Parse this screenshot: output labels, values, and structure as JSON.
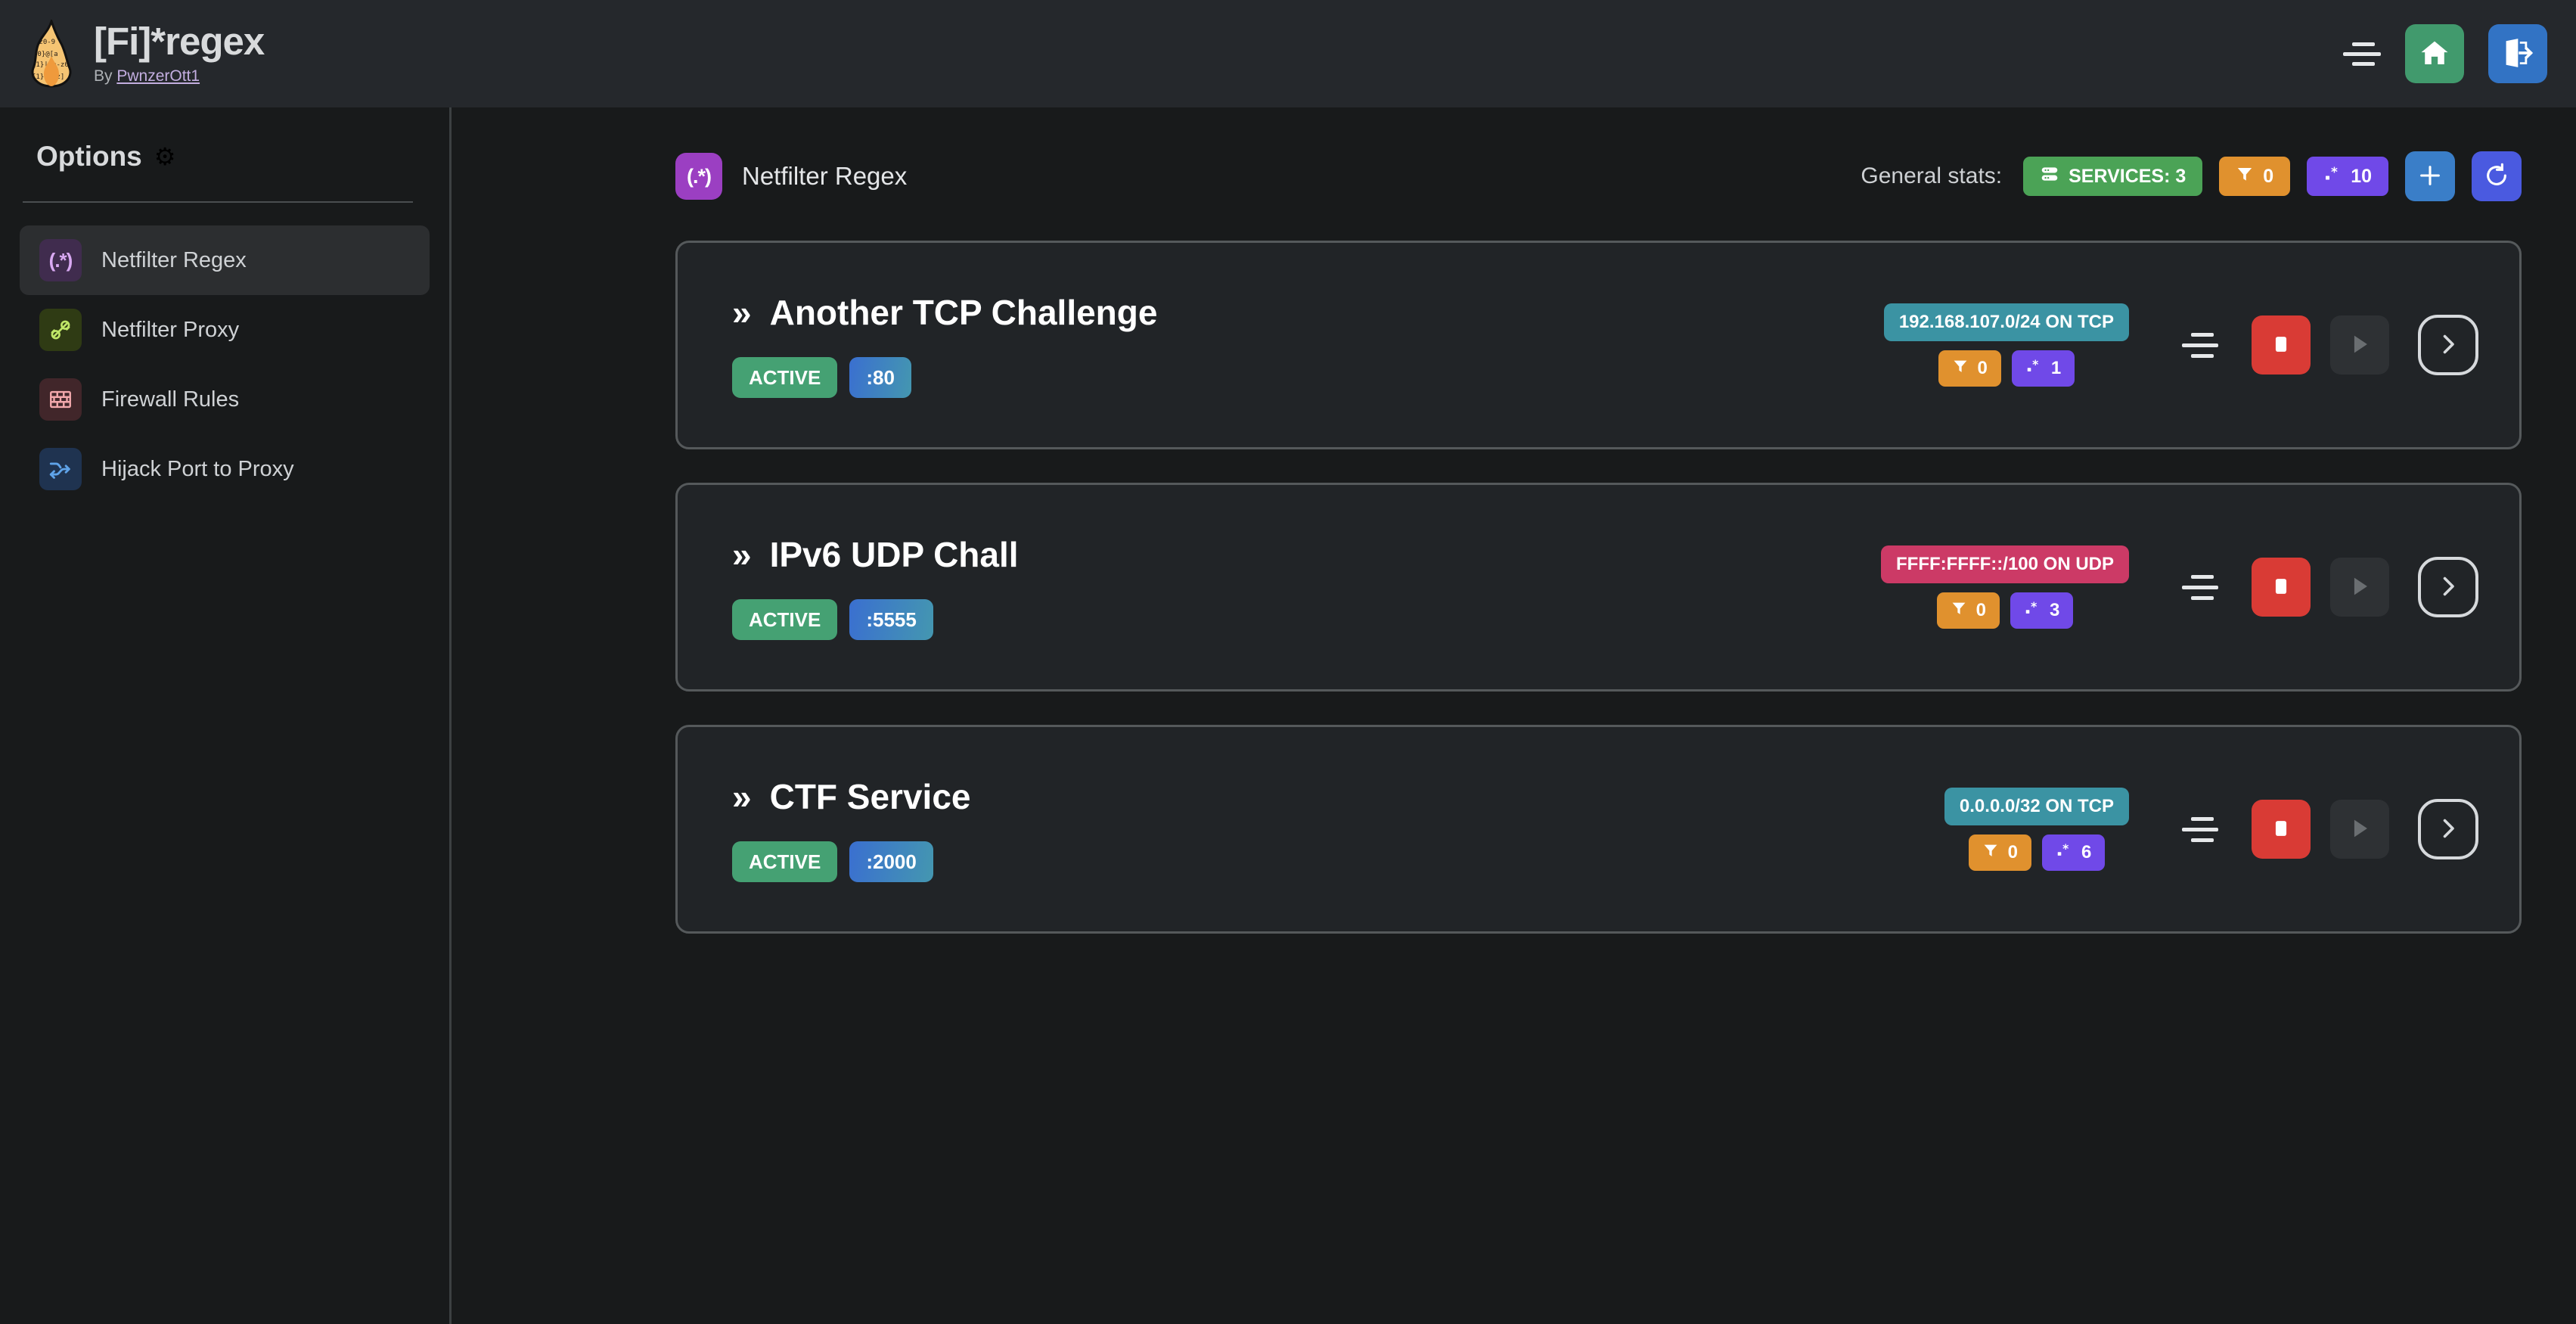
{
  "header": {
    "logo_icon": "flame-regex-logo",
    "title": "[Fi]*regex",
    "by_prefix": "By ",
    "author": "PwnzerOtt1",
    "menu_icon": "hamburger-menu-icon",
    "home_icon": "home-icon",
    "logout_icon": "logout-icon",
    "home_color": "#419a6d",
    "logout_color": "#3273c4"
  },
  "sidebar": {
    "title": "Options",
    "gear_icon": "gear-icon",
    "items": [
      {
        "label": "Netfilter Regex",
        "icon": "regex-icon",
        "glyph": "(.*)",
        "active": true
      },
      {
        "label": "Netfilter Proxy",
        "icon": "plug-icon",
        "glyph": "",
        "active": false
      },
      {
        "label": "Firewall Rules",
        "icon": "brickwall-icon",
        "glyph": "",
        "active": false
      },
      {
        "label": "Hijack Port to Proxy",
        "icon": "shuffle-icon",
        "glyph": "",
        "active": false
      }
    ]
  },
  "main": {
    "page_icon": "regex-icon",
    "page_icon_glyph": "(.*)",
    "page_title": "Netfilter Regex",
    "stats": {
      "label": "General stats:",
      "services_icon": "server-icon",
      "services_text": "SERVICES: 3",
      "services_color": "#4ba356",
      "filter_icon": "filter-icon",
      "filter_count": "0",
      "filter_color": "#e0912e",
      "regex_icon": "regex-star-icon",
      "regex_count": "10",
      "regex_color": "#7049e8",
      "add_icon": "plus-icon",
      "refresh_icon": "refresh-icon"
    },
    "cards": [
      {
        "chevron": "»",
        "title": "Another TCP Challenge",
        "status": "ACTIVE",
        "port": ":80",
        "network": "192.168.107.0/24 ON TCP",
        "network_color": "#3b93a3",
        "filter_count": "0",
        "regex_count": "1",
        "drag_icon": "drag-handle-icon",
        "stop_icon": "stop-icon",
        "play_icon": "play-icon",
        "details_icon": "chevron-right-icon"
      },
      {
        "chevron": "»",
        "title": "IPv6 UDP Chall",
        "status": "ACTIVE",
        "port": ":5555",
        "network": "FFFF:FFFF::/100 ON UDP",
        "network_color": "#cc3a66",
        "filter_count": "0",
        "regex_count": "3",
        "drag_icon": "drag-handle-icon",
        "stop_icon": "stop-icon",
        "play_icon": "play-icon",
        "details_icon": "chevron-right-icon"
      },
      {
        "chevron": "»",
        "title": "CTF Service",
        "status": "ACTIVE",
        "port": ":2000",
        "network": "0.0.0.0/32 ON TCP",
        "network_color": "#3b93a3",
        "filter_count": "0",
        "regex_count": "6",
        "drag_icon": "drag-handle-icon",
        "stop_icon": "stop-icon",
        "play_icon": "play-icon",
        "details_icon": "chevron-right-icon"
      }
    ]
  }
}
